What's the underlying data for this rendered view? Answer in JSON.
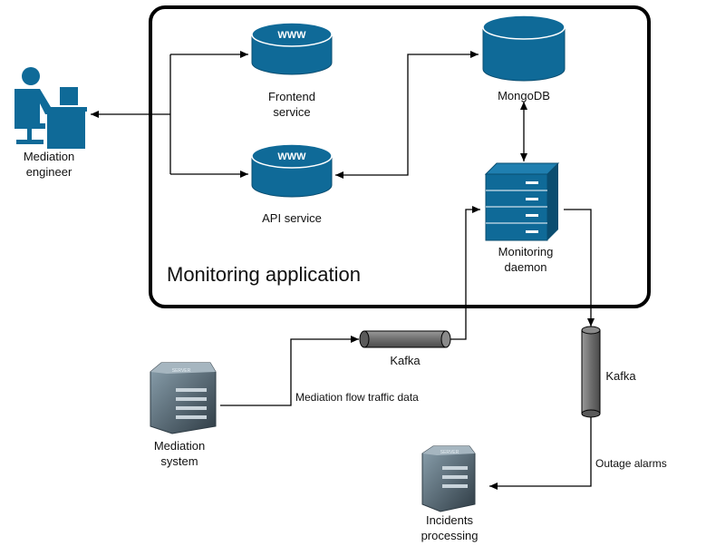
{
  "app_box": {
    "title": "Monitoring application"
  },
  "nodes": {
    "frontend": {
      "icon_text": "WWW",
      "line1": "Frontend",
      "line2": "service"
    },
    "api": {
      "icon_text": "WWW",
      "label": "API  service"
    },
    "mongodb": {
      "label": "MongoDB"
    },
    "daemon": {
      "line1": "Monitoring",
      "line2": "daemon"
    },
    "engineer": {
      "line1": "Mediation",
      "line2": "engineer"
    },
    "mediation_system": {
      "line1": "Mediation",
      "line2": "system"
    },
    "incidents": {
      "line1": "Incidents",
      "line2": "processing"
    },
    "kafka_horizontal": {
      "label": "Kafka"
    },
    "kafka_vertical": {
      "label": "Kafka"
    }
  },
  "edges": {
    "traffic_label": "Mediation flow traffic data",
    "alarms_label": "Outage alarms"
  },
  "colors": {
    "accent_blue": "#0f6a98",
    "dark_blue": "#0a4d70",
    "box_border": "#000000",
    "kafka_grey": "#7a7a7a",
    "server_grey": "#4d5a63"
  }
}
